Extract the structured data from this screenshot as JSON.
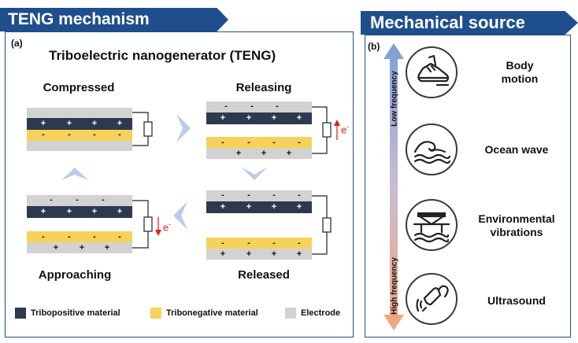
{
  "left": {
    "banner": "TENG mechanism",
    "panel_label": "(a)",
    "title": "Triboelectric nanogenerator (TENG)",
    "states": {
      "compressed": "Compressed",
      "releasing": "Releasing",
      "released": "Released",
      "approaching": "Approaching"
    },
    "electron_label": "e",
    "electron_sup": "-",
    "plus": "+",
    "minus": "-",
    "legend": [
      {
        "label": "Tribopositive material",
        "color": "#2d3a4e"
      },
      {
        "label": "Tribonegative material",
        "color": "#f7d25a"
      },
      {
        "label": "Electrode",
        "color": "#d2d2d2"
      }
    ]
  },
  "right": {
    "banner": "Mechanical source",
    "panel_label": "(b)",
    "axis_top": "Low frequency",
    "axis_bottom": "High frequency",
    "sources": [
      {
        "label_line1": "Body",
        "label_line2": "motion",
        "icon": "shoe-icon"
      },
      {
        "label_line1": "Ocean wave",
        "label_line2": "",
        "icon": "wave-icon"
      },
      {
        "label_line1": "Environmental",
        "label_line2": "vibrations",
        "icon": "bridge-icon"
      },
      {
        "label_line1": "Ultrasound",
        "label_line2": "",
        "icon": "ultrasound-probe-icon"
      }
    ]
  }
}
